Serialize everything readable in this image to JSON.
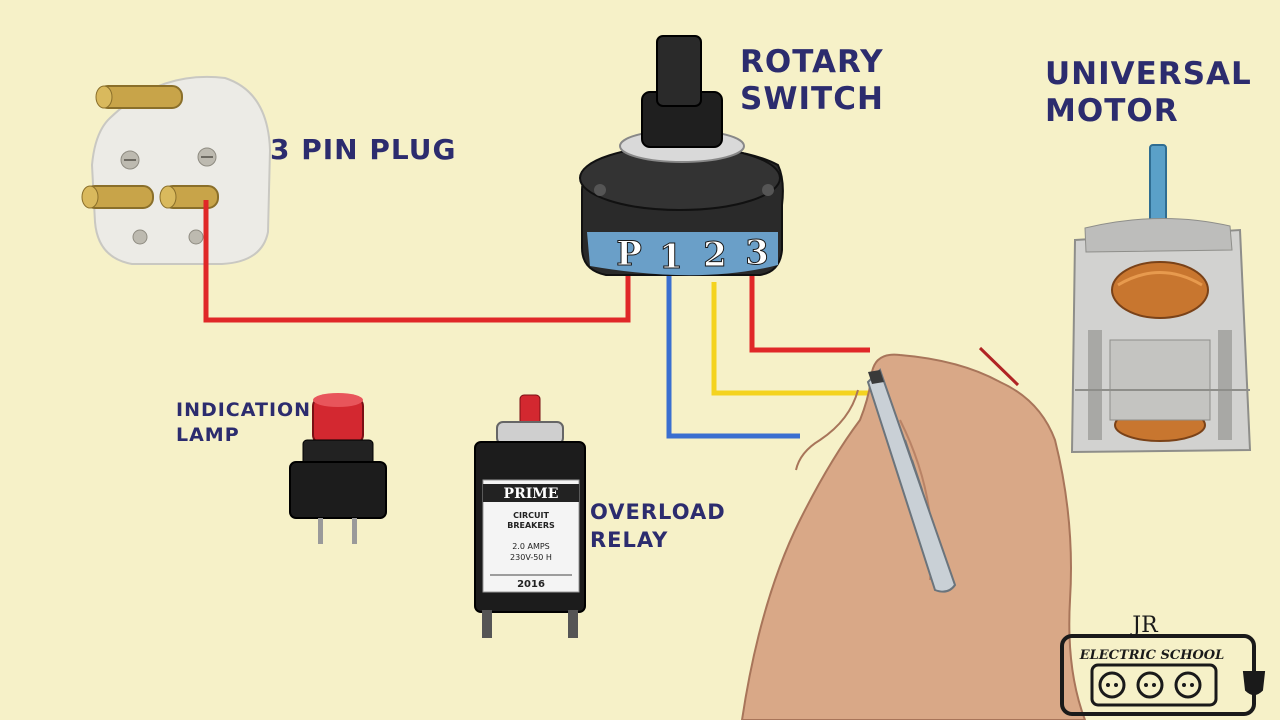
{
  "labels": {
    "rotary_switch": "ROTARY\nSWITCH",
    "universal_motor": "UNIVERSAL\nMOTOR",
    "plug": "3 PIN PLUG",
    "indication_lamp": "INDICATION\nLAMP",
    "overload_relay": "OVERLOAD\nRELAY"
  },
  "switch_terminals": [
    "P",
    "1",
    "2",
    "3"
  ],
  "relay_body": {
    "brand": "PRIME",
    "line1": "CIRCUIT",
    "line2": "BREAKERS",
    "line3": "2.0 AMPS",
    "line4": "230V-50 H",
    "year": "2016"
  },
  "logo": {
    "monogram": "JR",
    "text": "ELECTRIC SCHOOL"
  },
  "colors": {
    "background": "#f6f1c8",
    "label_text": "#2c2c6e",
    "wire_red": "#e02828",
    "wire_yellow": "#f4d31f",
    "wire_blue": "#3a6fd0",
    "switch_band": "#6a9fc8"
  }
}
